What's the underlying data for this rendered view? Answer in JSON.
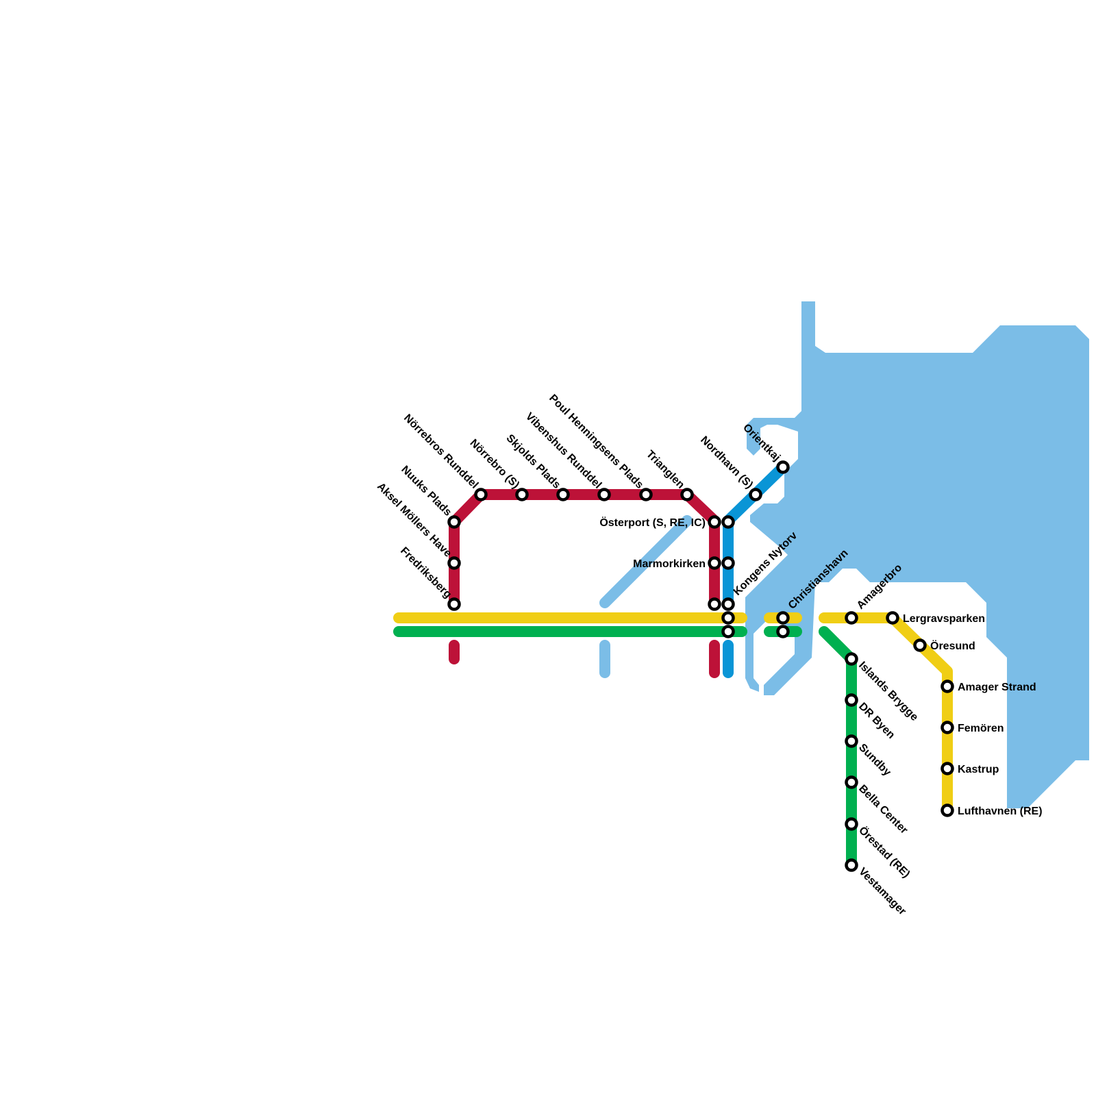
{
  "map": {
    "title": "Copenhagen Metro Map",
    "colors": {
      "water": "#7bbde7",
      "M1": "#00b050",
      "M2": "#f0ce15",
      "M3": "#bd1238",
      "M4": "#0a95d6",
      "station_fill": "#ffffff",
      "station_stroke": "#000000",
      "background": "#ffffff"
    },
    "lines": [
      {
        "id": "M1",
        "color_key": "M1"
      },
      {
        "id": "M2",
        "color_key": "M2"
      },
      {
        "id": "M3",
        "color_key": "M3"
      },
      {
        "id": "M4",
        "color_key": "M4"
      }
    ],
    "stations": [
      {
        "name": "Fredriksberg",
        "lines": [
          "M3"
        ]
      },
      {
        "name": "Aksel Möllers Have",
        "lines": [
          "M3"
        ]
      },
      {
        "name": "Nuuks Plads",
        "lines": [
          "M3"
        ]
      },
      {
        "name": "Nörrebros Runddel",
        "lines": [
          "M3"
        ]
      },
      {
        "name": "Nörrebro (S)",
        "lines": [
          "M3"
        ]
      },
      {
        "name": "Skjolds Plads",
        "lines": [
          "M3"
        ]
      },
      {
        "name": "Vibenshus Runddel",
        "lines": [
          "M3"
        ]
      },
      {
        "name": "Poul Henningsens Plads",
        "lines": [
          "M3"
        ]
      },
      {
        "name": "Trianglen",
        "lines": [
          "M3"
        ]
      },
      {
        "name": "Österport (S, RE, IC)",
        "lines": [
          "M3",
          "M4"
        ]
      },
      {
        "name": "Marmorkirken",
        "lines": [
          "M3",
          "M4"
        ]
      },
      {
        "name": "Kongens Nytorv",
        "lines": [
          "M1",
          "M2",
          "M3",
          "M4"
        ]
      },
      {
        "name": "Nordhavn (S)",
        "lines": [
          "M4"
        ]
      },
      {
        "name": "Orientkaj",
        "lines": [
          "M4"
        ]
      },
      {
        "name": "Christianshavn",
        "lines": [
          "M1",
          "M2"
        ]
      },
      {
        "name": "Amagerbro",
        "lines": [
          "M2"
        ]
      },
      {
        "name": "Lergravsparken",
        "lines": [
          "M2"
        ]
      },
      {
        "name": "Öresund",
        "lines": [
          "M2"
        ]
      },
      {
        "name": "Amager Strand",
        "lines": [
          "M2"
        ]
      },
      {
        "name": "Femören",
        "lines": [
          "M2"
        ]
      },
      {
        "name": "Kastrup",
        "lines": [
          "M2"
        ]
      },
      {
        "name": "Lufthavnen (RE)",
        "lines": [
          "M2"
        ]
      },
      {
        "name": "Islands Brygge",
        "lines": [
          "M1"
        ]
      },
      {
        "name": "DR Byen",
        "lines": [
          "M1"
        ]
      },
      {
        "name": "Sundby",
        "lines": [
          "M1"
        ]
      },
      {
        "name": "Bella Center",
        "lines": [
          "M1"
        ]
      },
      {
        "name": "Örestad (RE)",
        "lines": [
          "M1"
        ]
      },
      {
        "name": "Vestamager",
        "lines": [
          "M1"
        ]
      }
    ]
  }
}
